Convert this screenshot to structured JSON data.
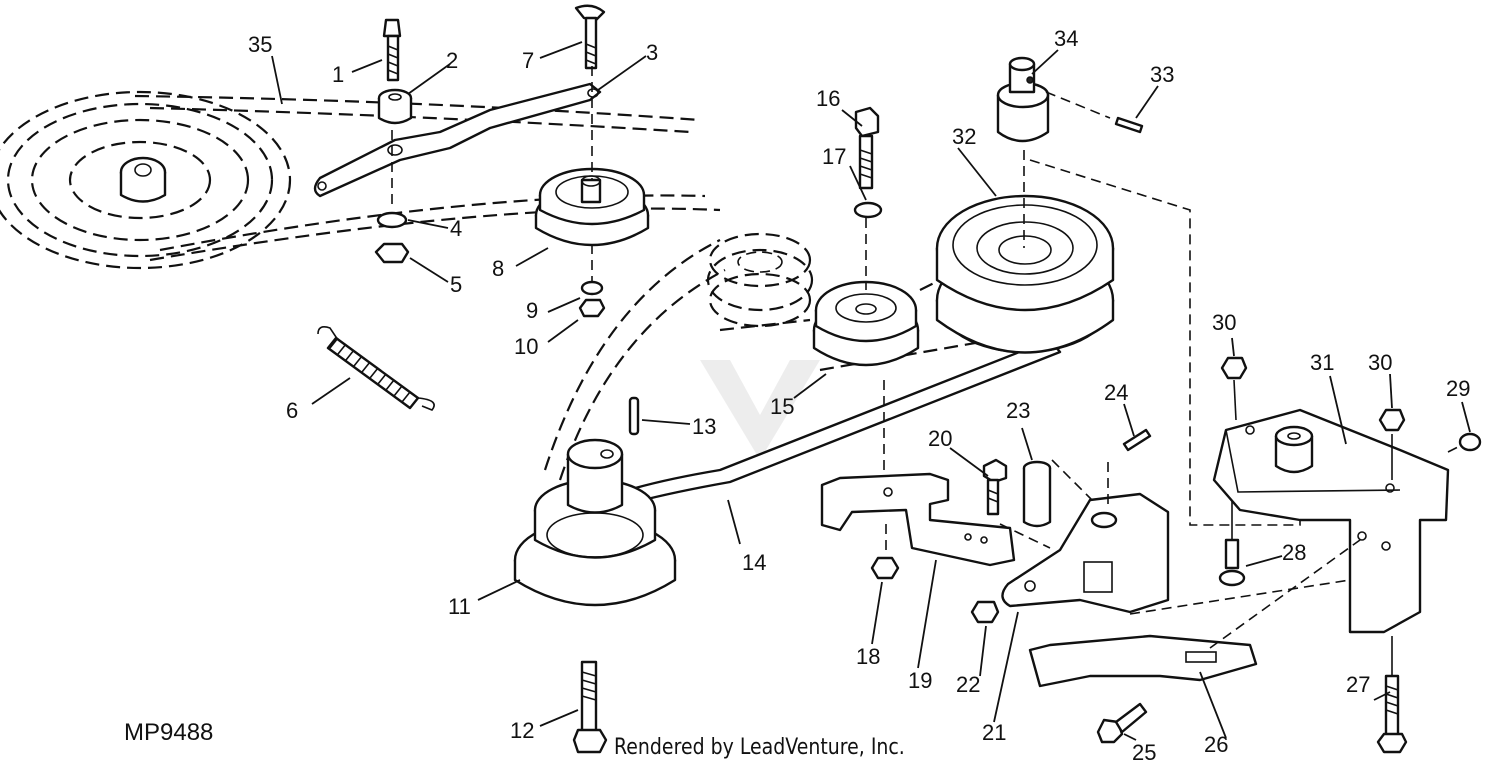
{
  "diagram": {
    "figure_id": "MP9488",
    "credit": "Rendered by LeadVenture, Inc.",
    "callouts": [
      "1",
      "2",
      "3",
      "4",
      "5",
      "6",
      "7",
      "8",
      "9",
      "10",
      "11",
      "12",
      "13",
      "14",
      "15",
      "16",
      "17",
      "18",
      "19",
      "20",
      "21",
      "22",
      "23",
      "24",
      "25",
      "26",
      "27",
      "28",
      "29",
      "30",
      "30",
      "31",
      "32",
      "33",
      "34",
      "35"
    ]
  }
}
